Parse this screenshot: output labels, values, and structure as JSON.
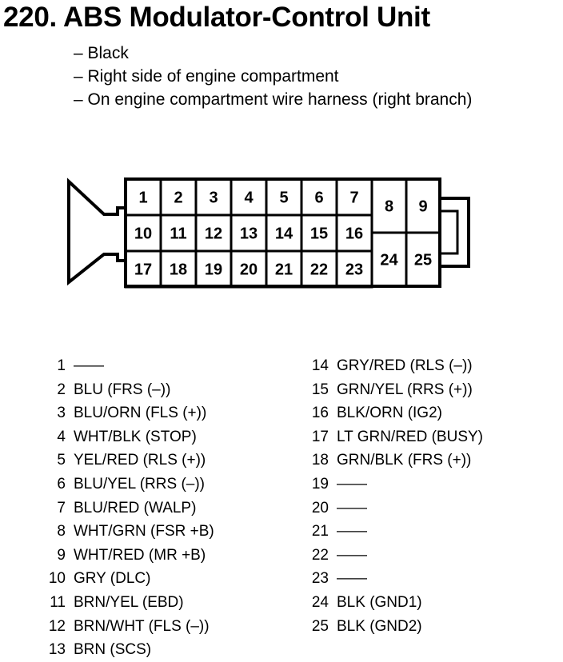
{
  "title": "220. ABS Modulator-Control Unit",
  "notes": [
    "– Black",
    "– Right side of engine compartment",
    "– On engine compartment wire harness (right branch)"
  ],
  "connector_cells": [
    "1",
    "2",
    "3",
    "4",
    "5",
    "6",
    "7",
    "8",
    "9",
    "10",
    "11",
    "12",
    "13",
    "14",
    "15",
    "16",
    "17",
    "18",
    "19",
    "20",
    "21",
    "22",
    "23",
    "24",
    "25"
  ],
  "pins_left": [
    {
      "num": "1",
      "wire": "——"
    },
    {
      "num": "2",
      "wire": "BLU (FRS (–))"
    },
    {
      "num": "3",
      "wire": "BLU/ORN (FLS (+))"
    },
    {
      "num": "4",
      "wire": "WHT/BLK (STOP)"
    },
    {
      "num": "5",
      "wire": "YEL/RED (RLS (+))"
    },
    {
      "num": "6",
      "wire": "BLU/YEL (RRS (–))"
    },
    {
      "num": "7",
      "wire": "BLU/RED (WALP)"
    },
    {
      "num": "8",
      "wire": "WHT/GRN (FSR +B)"
    },
    {
      "num": "9",
      "wire": "WHT/RED (MR +B)"
    },
    {
      "num": "10",
      "wire": "GRY (DLC)"
    },
    {
      "num": "11",
      "wire": "BRN/YEL (EBD)"
    },
    {
      "num": "12",
      "wire": "BRN/WHT (FLS (–))"
    },
    {
      "num": "13",
      "wire": "BRN (SCS)"
    }
  ],
  "pins_right": [
    {
      "num": "14",
      "wire": "GRY/RED (RLS (–))"
    },
    {
      "num": "15",
      "wire": "GRN/YEL (RRS (+))"
    },
    {
      "num": "16",
      "wire": "BLK/ORN (IG2)"
    },
    {
      "num": "17",
      "wire": "LT GRN/RED (BUSY)"
    },
    {
      "num": "18",
      "wire": "GRN/BLK (FRS (+))"
    },
    {
      "num": "19",
      "wire": "——"
    },
    {
      "num": "20",
      "wire": "——"
    },
    {
      "num": "21",
      "wire": "——"
    },
    {
      "num": "22",
      "wire": "——"
    },
    {
      "num": "23",
      "wire": "——"
    },
    {
      "num": "24",
      "wire": "BLK (GND1)"
    },
    {
      "num": "25",
      "wire": "BLK (GND2)"
    }
  ]
}
